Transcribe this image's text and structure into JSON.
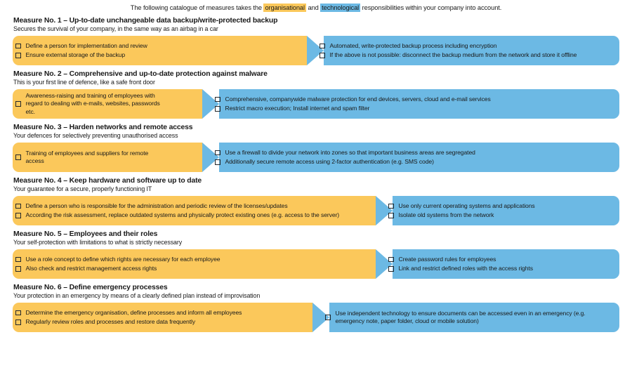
{
  "intro": {
    "before": "The following catalogue of measures takes the ",
    "highlight_org": "organisational",
    "middle": " and ",
    "highlight_tech": "technological",
    "after": " responsibilities within your company into account."
  },
  "colors": {
    "organisational": "#fbc85b",
    "technological": "#6cb9e4",
    "text": "#1a1a1a",
    "background": "#ffffff"
  },
  "measures": [
    {
      "title": "Measure No. 1 – Up-to-date unchangeable data backup/write-protected backup",
      "subtitle": "Secures the survival of your company, in the same way as an airbag in a car",
      "organisational": [
        "Define a person for implementation and review",
        "Ensure external storage of the backup"
      ],
      "technological": [
        "Automated, write-protected backup process including encryption",
        "If the above is not possible: disconnect the backup medium from the network and store it offline"
      ]
    },
    {
      "title": "Measure No. 2 – Comprehensive and up-to-date protection against malware",
      "subtitle": "This is your first line of defence, like a safe front door",
      "organisational": [
        "Awareness-raising and training of employees with regard to dealing with e-mails, websites, passwords etc."
      ],
      "technological": [
        "Comprehensive, companywide malware protection for end devices, servers, cloud and e-mail services",
        "Restrict macro execution; Install internet and spam filter"
      ]
    },
    {
      "title": "Measure No. 3 – Harden networks and remote access",
      "subtitle": "Your defences for selectively preventing unauthorised access",
      "organisational": [
        "Training of employees and suppliers for remote access"
      ],
      "technological": [
        "Use a firewall to divide your network into zones so that important business areas are segregated",
        "Additionally secure remote access using 2-factor authentication (e.g. SMS code)"
      ]
    },
    {
      "title": "Measure No. 4 – Keep hardware and software up to date",
      "subtitle": "Your guarantee for a secure, properly functioning IT",
      "organisational": [
        "Define a person who is responsible for the administration and periodic review of the licenses/updates",
        "According the risk assessment, replace outdated systems and physically protect existing ones (e.g. access to the server)"
      ],
      "technological": [
        "Use only current operating systems and applications",
        "Isolate old systems from the network"
      ]
    },
    {
      "title": "Measure No. 5 – Employees and their roles",
      "subtitle": "Your self-protection with limitations to what is strictly necessary",
      "organisational": [
        "Use a role concept to define which rights are necessary for each employee",
        "Also check and restrict management access rights"
      ],
      "technological": [
        "Create password rules for employees",
        "Link and restrict defined roles with the access rights"
      ]
    },
    {
      "title": "Measure No. 6 – Define emergency processes",
      "subtitle": "Your protection in an emergency by means of a clearly defined plan instead of improvisation",
      "organisational": [
        "Determine the emergency organisation, define processes and inform all employees",
        "Regularly review roles and processes and restore data frequently"
      ],
      "technological": [
        "Use independent technology to ensure documents can be accessed even in an emergency (e.g. emergency note, paper folder, cloud or mobile solution)"
      ]
    }
  ]
}
